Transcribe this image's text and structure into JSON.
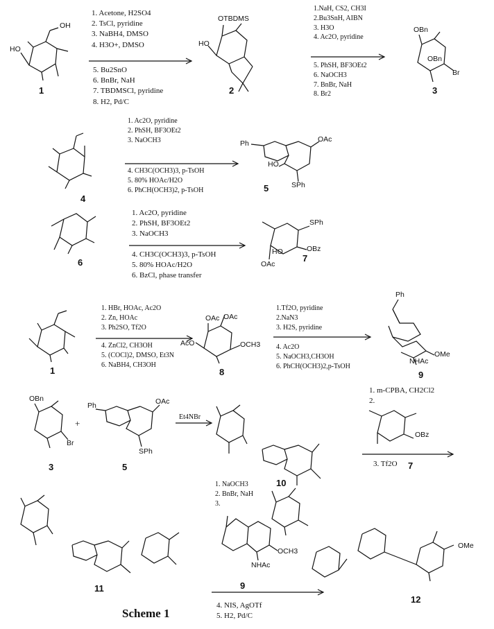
{
  "caption": "Scheme 1",
  "compounds": {
    "c1a": "1",
    "c2": "2",
    "c3a": "3",
    "c4": "4",
    "c5a": "5",
    "c6": "6",
    "c7a": "7",
    "c1b": "1",
    "c8": "8",
    "c9a": "9",
    "c3b": "3",
    "c5b": "5",
    "c10": "10",
    "c7b": "7",
    "c11": "11",
    "c9b": "9",
    "c12": "12"
  },
  "steps": {
    "r1_a": [
      "1. Acetone, H2SO4",
      "2. TsCl, pyridine",
      "3. NaBH4, DMSO",
      "4. H3O+, DMSO"
    ],
    "r1_b": [
      "5. Bu2SnO",
      "6. BnBr, NaH",
      "7. TBDMSCl, pyridine",
      "8. H2, Pd/C"
    ],
    "r2_a": [
      "1.NaH, CS2, CH3I",
      "2.Bu3SnH, AIBN",
      "3. H3O",
      "4. Ac2O, pyridine"
    ],
    "r2_b": [
      "5. PhSH, BF3OEt2",
      "6. NaOCH3",
      "7. BnBr, NaH",
      "8. Br2"
    ],
    "r3_a": [
      "1. Ac2O, pyridine",
      "2. PhSH, BF3OEt2",
      "3. NaOCH3"
    ],
    "r3_b": [
      "4. CH3C(OCH3)3, p-TsOH",
      "5. 80% HOAc/H2O",
      "6. PhCH(OCH3)2, p-TsOH"
    ],
    "r4_a": [
      "1. Ac2O, pyridine",
      "2. PhSH, BF3OEt2",
      "3. NaOCH3"
    ],
    "r4_b": [
      "4. CH3C(OCH3)3, p-TsOH",
      "5. 80% HOAc/H2O",
      "6. BzCl, phase transfer"
    ],
    "r5_a": [
      "1. HBr, HOAc, Ac2O",
      "2. Zn, HOAc",
      "3. Ph2SO, Tf2O"
    ],
    "r5_b": [
      "4. ZnCl2, CH3OH",
      "5. (COCl)2, DMSO, Et3N",
      "6. NaBH4, CH3OH"
    ],
    "r6_a": [
      "1.Tf2O, pyridine",
      "2.NaN3",
      "3. H2S, pyridine"
    ],
    "r6_b": [
      "4. Ac2O",
      "5. NaOCH3,CH3OH",
      "6. PhCH(OCH3)2,p-TsOH"
    ],
    "r7": "Et4NBr",
    "r8_a": [
      "1. m-CPBA, CH2Cl2",
      "2."
    ],
    "r8_b": "3. Tf2O",
    "r9_a": [
      "1. NaOCH3",
      "2. BnBr, NaH",
      "3."
    ],
    "r9_b": [
      "4. NIS, AgOTf",
      "5. H2, Pd/C"
    ]
  },
  "labels": {
    "otbdms": "OTBDMS",
    "ho2": "HO",
    "obn3": "OBn",
    "obn3b": "OBn",
    "br3": "Br",
    "ph5": "Ph",
    "oac5": "OAc",
    "ho5": "HO",
    "sph5": "SPh",
    "sph7": "SPh",
    "obz7": "OBz",
    "ho7": "HO",
    "oac7": "OAc",
    "ph9": "Ph",
    "nhac9": "NHAc",
    "ome9": "OMe",
    "oac8a": "OAc",
    "oac8b": "OAc",
    "aco8": "AcO",
    "och3_8": "OCH3",
    "oh": "OH",
    "ho": "HO",
    "plus": "+",
    "obn": "OBn",
    "br": "Br",
    "sph": "SPh",
    "oac": "OAc",
    "obz": "OBz",
    "ph": "Ph",
    "och3": "OCH3",
    "nhac": "NHAc",
    "ome": "OMe"
  }
}
